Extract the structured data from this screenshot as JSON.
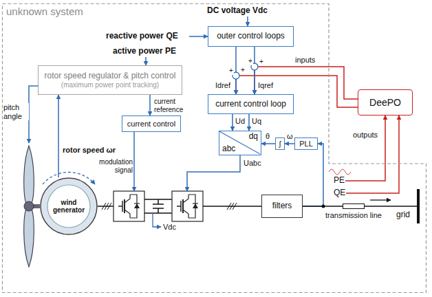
{
  "diagram": {
    "nodes": [
      {
        "text": [
          "unknown system"
        ]
      },
      {
        "text": [
          "outer control loops"
        ],
        "in": 0
      },
      {
        "text": [
          "rotor speed regulator & pitch control",
          "(maximum power point tracking)"
        ],
        "in": 0
      },
      {
        "text": [
          "current control loop"
        ],
        "in": 0
      },
      {
        "text": [
          "DeePO"
        ]
      },
      {
        "text": [
          "current control"
        ],
        "in": 0
      },
      {
        "text": [
          "dq",
          "abc"
        ],
        "in": 0
      },
      {
        "text": [
          "∫"
        ],
        "in": 0
      },
      {
        "text": [
          "PLL"
        ],
        "in": 0
      },
      {
        "text": [
          "wind generator"
        ],
        "in": 0
      },
      {
        "text": [
          "filters"
        ],
        "in": 0
      },
      {
        "text": [
          "transmission line"
        ],
        "in": 0
      },
      {
        "text": [
          "grid"
        ],
        "in": 0
      }
    ],
    "edges": [
      {
        "from": 1,
        "to": 3,
        "arrow": "to",
        "label": "Idref"
      },
      {
        "from": 1,
        "to": 3,
        "arrow": "to",
        "label": "Iqref"
      },
      {
        "from": 4,
        "to": 3,
        "arrow": "to"
      },
      {
        "from": 4,
        "to": 3,
        "arrow": "to"
      },
      {
        "from": 3,
        "to": 6,
        "arrow": "to",
        "label": "Ud"
      },
      {
        "from": 3,
        "to": 6,
        "arrow": "to",
        "label": "Uq"
      },
      {
        "from": 8,
        "to": 7,
        "arrow": "to",
        "label": "ω"
      },
      {
        "from": 7,
        "to": 6,
        "arrow": "to",
        "label": "θ"
      },
      {
        "from": 10,
        "to": 8,
        "arrow": "to"
      },
      {
        "from": 2,
        "to": 5,
        "arrow": "to",
        "label": "current reference"
      },
      {
        "from": 9,
        "to": 2,
        "arrow": "to",
        "label": "rotor speed ωr"
      },
      {
        "from": 10,
        "to": 11,
        "arrow": "none"
      },
      {
        "from": 11,
        "to": 12,
        "arrow": "none"
      }
    ],
    "labels": [
      "DC voltage Vdc",
      "reactive power QE",
      "active power PE",
      "+",
      "+",
      "+",
      "+",
      "inputs",
      "outputs",
      "Uabc",
      "pitch angle",
      "modulation signal",
      "Vdc",
      "PE",
      "QE"
    ]
  }
}
